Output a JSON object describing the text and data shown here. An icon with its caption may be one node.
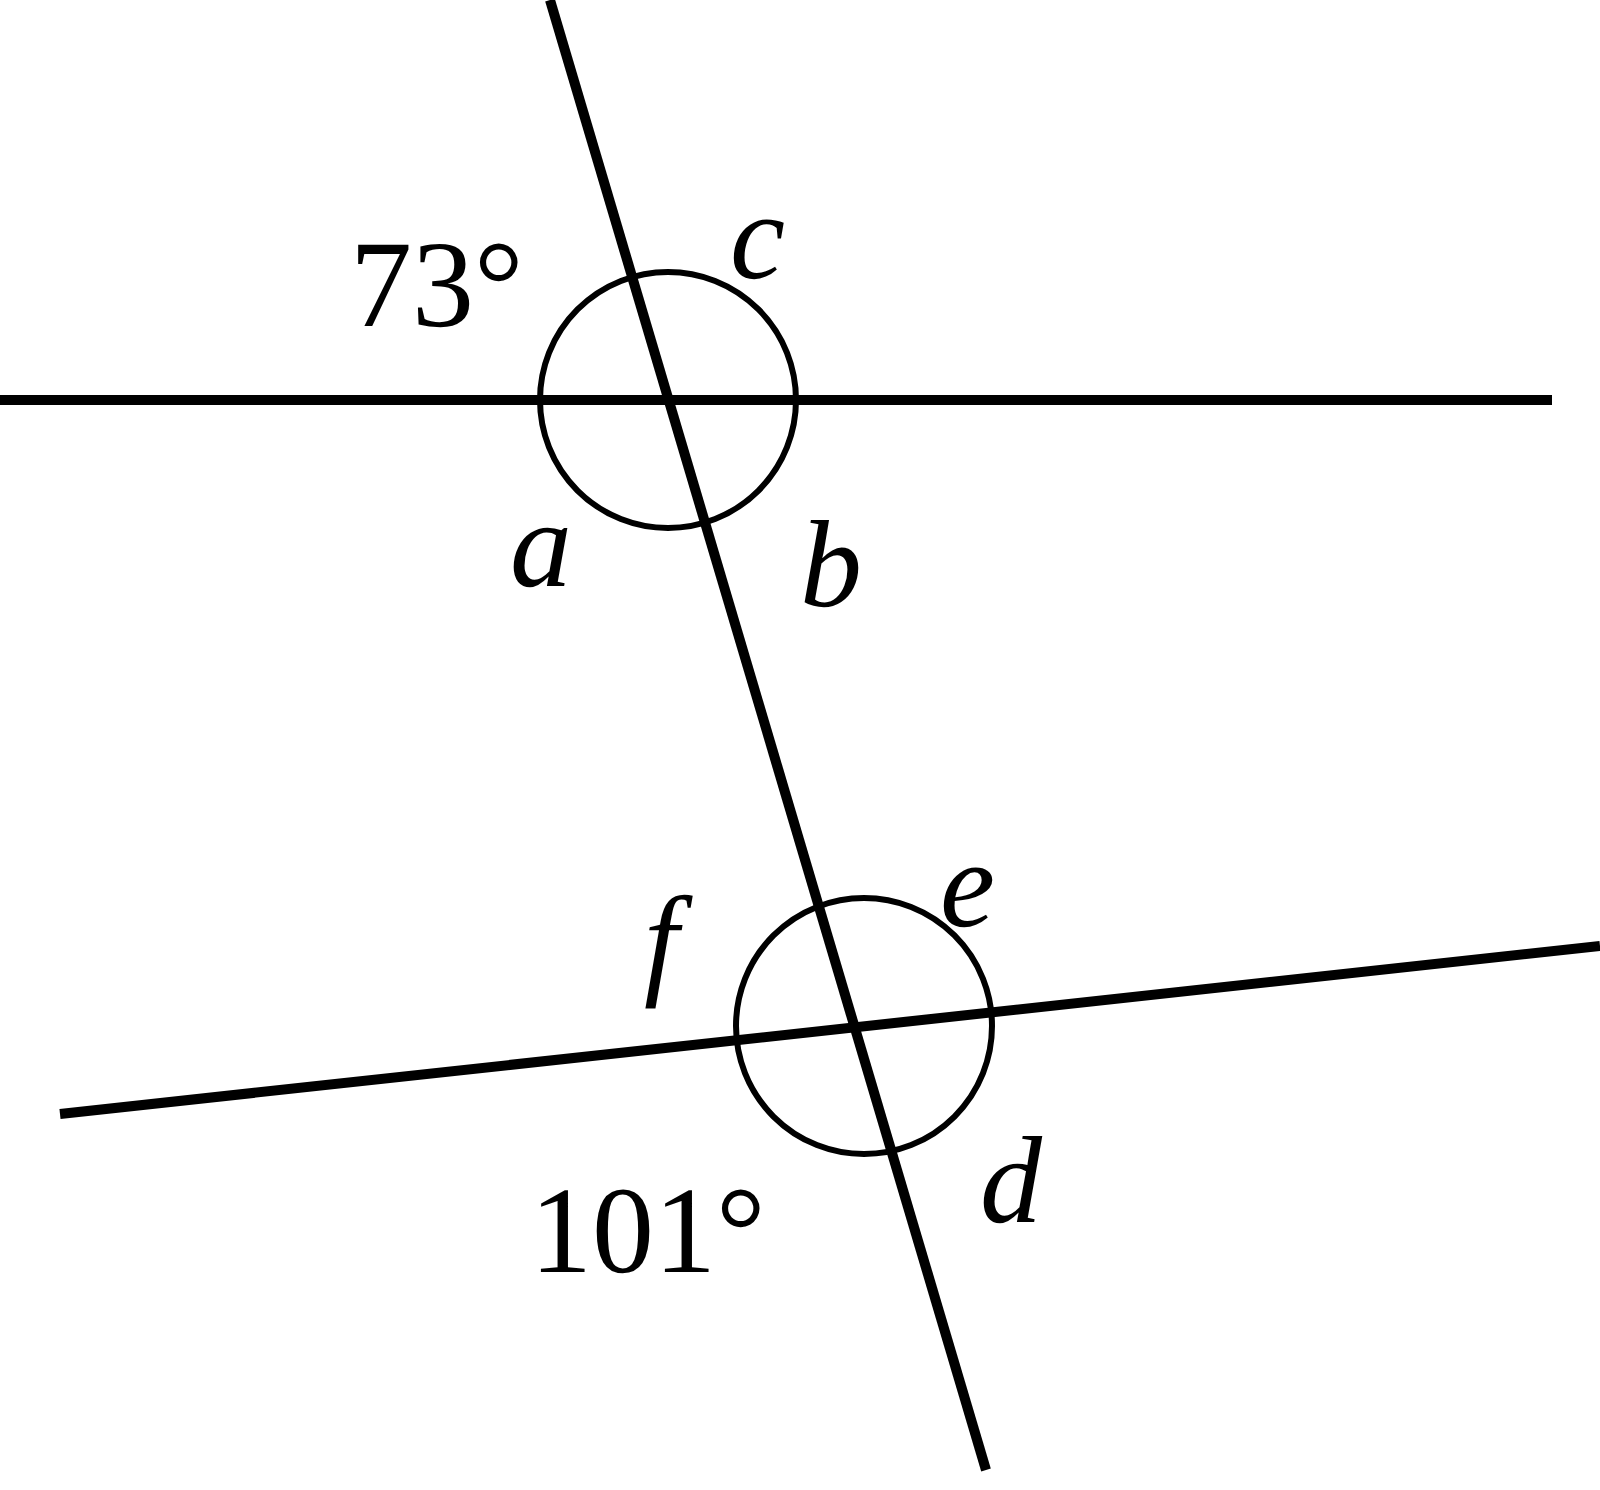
{
  "diagram": {
    "labels": [
      "73°",
      "c",
      "a",
      "b",
      "f",
      "e",
      "101°",
      "d"
    ]
  }
}
